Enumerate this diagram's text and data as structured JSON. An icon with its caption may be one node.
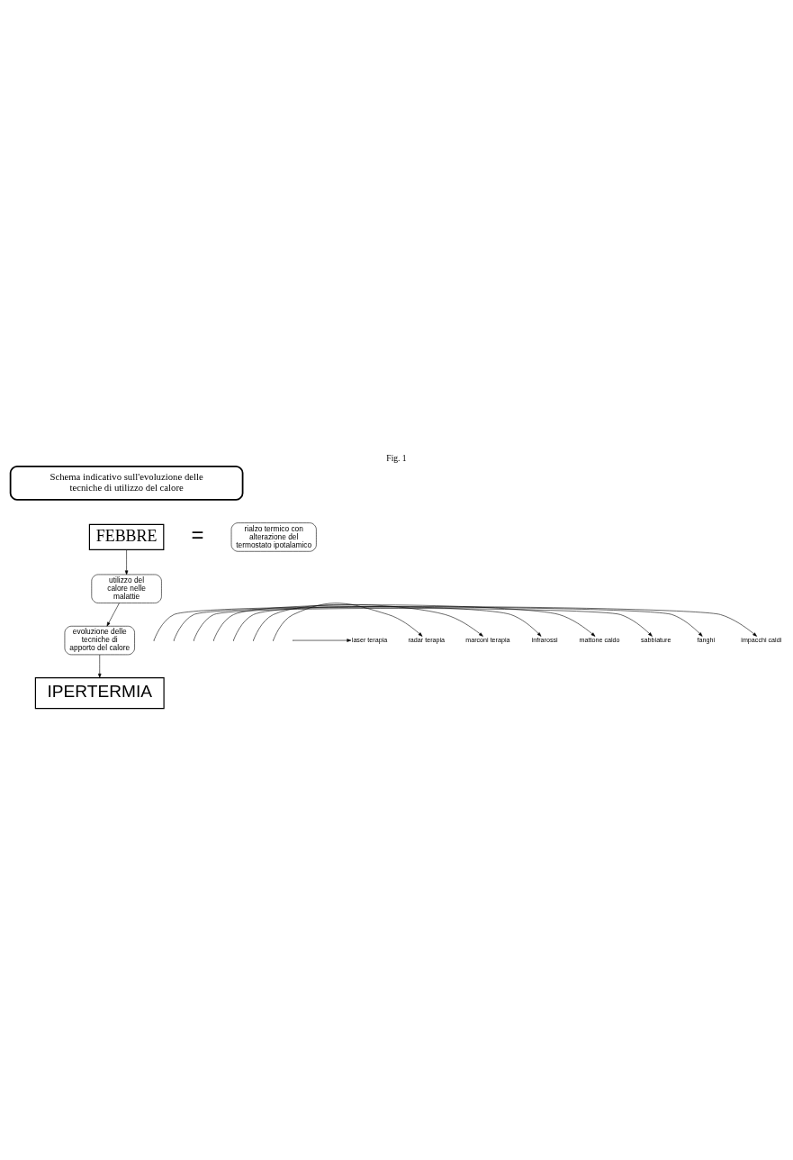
{
  "diagram": {
    "title": "Fig. 1",
    "nodes": [
      {
        "text": [
          "Schema indicativo sull'evoluzione delle tecniche di utilizzo del calore"
        ]
      },
      {
        "text": [
          "FEBBRE"
        ]
      },
      {
        "text": [
          "rialzo termico con alterazione del termostato ipotalamico"
        ]
      },
      {
        "text": [
          "utilizzo del calore nelle malattie"
        ]
      },
      {
        "text": [
          "evoluzione delle tecniche di apporto del calore"
        ]
      },
      {
        "text": [
          "IPERTERMIA"
        ]
      },
      {
        "text": [
          "impacchi caldi"
        ]
      },
      {
        "text": [
          "fanghi"
        ]
      },
      {
        "text": [
          "sabbiature"
        ]
      },
      {
        "text": [
          "mattone caldo"
        ]
      },
      {
        "text": [
          "infrarossi"
        ]
      },
      {
        "text": [
          "marconi terapia"
        ]
      },
      {
        "text": [
          "radar terapia"
        ]
      },
      {
        "text": [
          "laser terapia"
        ]
      }
    ],
    "edges": [
      {
        "from": 1,
        "to": 3,
        "arrow": "to"
      },
      {
        "from": 3,
        "to": 4,
        "arrow": "to"
      },
      {
        "from": 4,
        "to": 5,
        "arrow": "to"
      },
      {
        "from": null,
        "to": 6,
        "arrow": "to"
      },
      {
        "from": null,
        "to": 7,
        "arrow": "to"
      },
      {
        "from": null,
        "to": 8,
        "arrow": "to"
      },
      {
        "from": null,
        "to": 9,
        "arrow": "to"
      },
      {
        "from": null,
        "to": 10,
        "arrow": "to"
      },
      {
        "from": null,
        "to": 11,
        "arrow": "to"
      },
      {
        "from": null,
        "to": 12,
        "arrow": "to"
      },
      {
        "from": null,
        "to": 13,
        "arrow": "to"
      }
    ],
    "labels": [
      "="
    ]
  }
}
